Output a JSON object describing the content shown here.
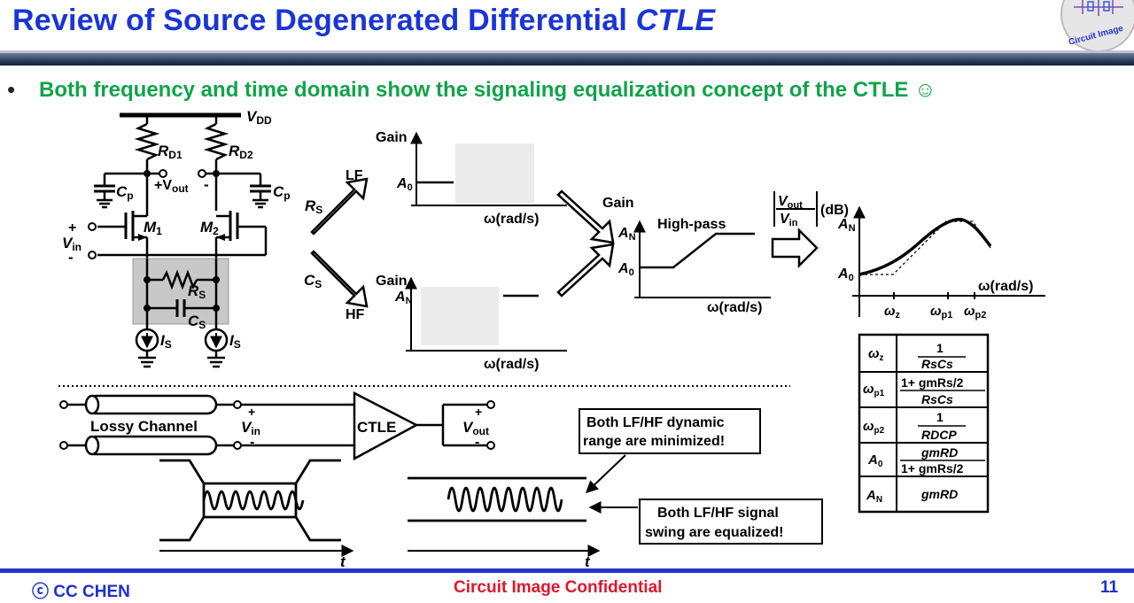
{
  "slide": {
    "title_prefix": "Review of Source Degenerated Differential ",
    "title_italic": "CTLE",
    "bullet": "Both frequency and time domain show the signaling equalization concept of the CTLE ☺",
    "footer_left": "ⓒ CC CHEN",
    "footer_center": "Circuit Image Confidential",
    "page_number": "11"
  },
  "logo": {
    "text": "Circuit Image"
  },
  "circuit": {
    "vdd": "V",
    "vdd_sub": "DD",
    "rd1": "R",
    "rd1_sub": "D1",
    "rd2": "R",
    "rd2_sub": "D2",
    "cp": "C",
    "cp_sub": "p",
    "vout_plus": "+V",
    "vout_sub": "out",
    "vout_minus": "-",
    "m1": "M",
    "m1_sub": "1",
    "m2": "M",
    "m2_sub": "2",
    "vin_plus": "+",
    "vin": "V",
    "vin_sub": "in",
    "vin_minus": "-",
    "rs": "R",
    "rs_sub": "S",
    "cs": "C",
    "cs_sub": "S",
    "is": "I",
    "is_sub": "S"
  },
  "freq_plots": {
    "arrow_rs": "R",
    "arrow_rs_sub": "S",
    "arrow_cs": "C",
    "arrow_cs_sub": "S",
    "lf_label": "LF",
    "hf_label": "HF",
    "gain": "Gain",
    "a0": "A",
    "a0_sub": "0",
    "an": "A",
    "an_sub": "N",
    "omega_axis": "ω(rad/s)",
    "highpass": "High-pass",
    "mag_num": "V",
    "mag_num_sub": "out",
    "mag_den": "V",
    "mag_den_sub": "in",
    "mag_db": "(dB)",
    "wz": "ω",
    "wz_sub": "z",
    "wp1": "ω",
    "wp1_sub": "p1",
    "wp2": "ω",
    "wp2_sub": "p2"
  },
  "table": {
    "rows": [
      {
        "sym": "ω",
        "sym_sub": "z",
        "num": "1",
        "den": "RsCs"
      },
      {
        "sym": "ω",
        "sym_sub": "p1",
        "num": "1+ gmRs/2",
        "den": "RsCs"
      },
      {
        "sym": "ω",
        "sym_sub": "p2",
        "num": "1",
        "den": "RDCP"
      },
      {
        "sym": "A",
        "sym_sub": "0",
        "num": "gmRD",
        "den": "1+ gmRs/2"
      },
      {
        "sym": "A",
        "sym_sub": "N",
        "num": "gmRD",
        "den": ""
      }
    ]
  },
  "time_domain": {
    "lossy_channel": "Lossy Channel",
    "vin_plus": "+",
    "vin": "V",
    "vin_sub": "in",
    "vin_minus": "-",
    "ctle": "CTLE",
    "vout_plus": "+",
    "vout": "V",
    "vout_sub": "out",
    "vout_minus": "-",
    "t": "t",
    "note1_line1": "Both LF/HF dynamic",
    "note1_line2": "range are minimized!",
    "note2_line1": "Both LF/HF signal",
    "note2_line2": "swing are equalized!"
  }
}
